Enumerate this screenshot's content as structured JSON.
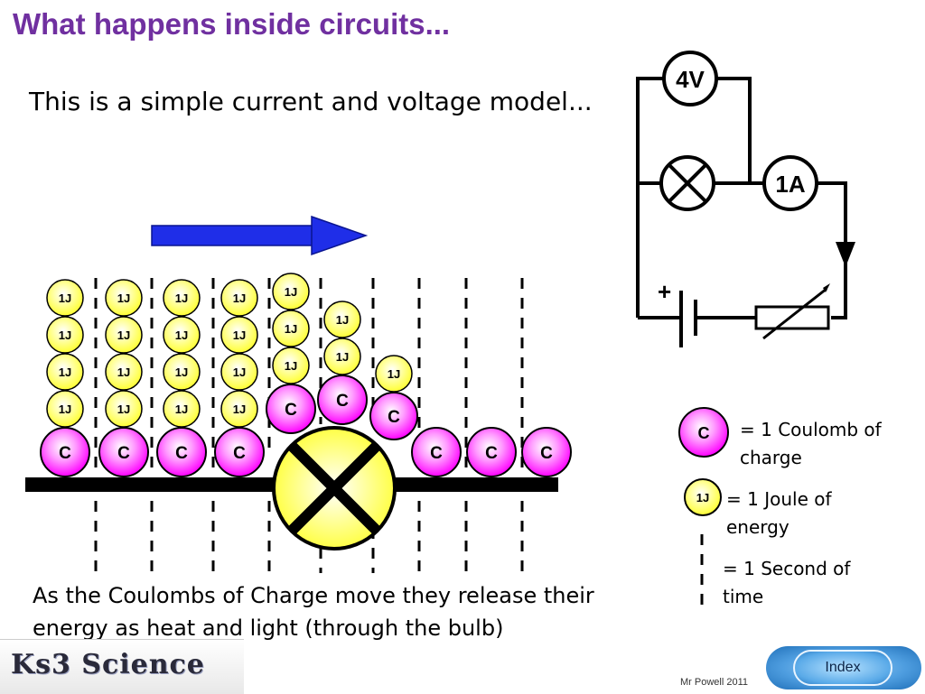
{
  "title": "What happens inside circuits...",
  "subtitle": "This is a simple current and voltage model...",
  "caption": "As the Coulombs of Charge move they release their energy as heat and light (through the bulb)",
  "model": {
    "coulomb_label": "C",
    "joule_label": "1J",
    "joules_per_charge": [
      4,
      4,
      4,
      4,
      3,
      2,
      1,
      0,
      0,
      0
    ]
  },
  "circuit": {
    "voltmeter_label": "4V",
    "ammeter_label": "1A",
    "battery_plus": "+"
  },
  "legend": {
    "coulomb_text": "= 1 Coulomb of charge",
    "joule_text": "= 1 Joule of energy",
    "second_text": "= 1 Second of time"
  },
  "footer": {
    "logo_text": "Ks3 Science",
    "credit": "Mr Powell 2011",
    "index_button": "Index"
  },
  "colors": {
    "title": "#7030a0",
    "coulomb": "#ff33ff",
    "joule": "#ffff66",
    "arrow": "#1f2ee8",
    "bulb": "#ffff66"
  }
}
